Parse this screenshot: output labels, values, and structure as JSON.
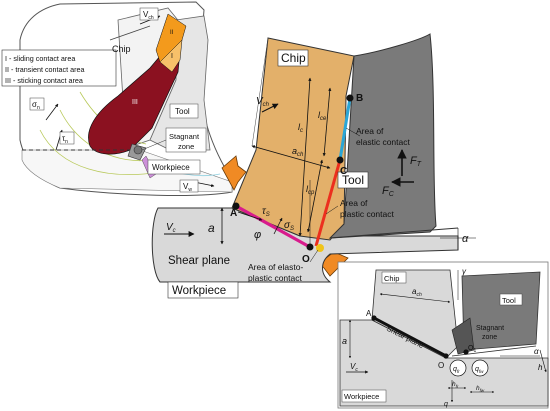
{
  "colors": {
    "chip_fill": "#e3b06a",
    "tool_fill": "#7a7a7a",
    "workpiece_fill": "#d9d9d9",
    "shear_plane": "#d81b8c",
    "sticking_zone": "#ec2f1e",
    "elastic_zone": "#2aa6d6",
    "transition_dot": "#f0c419",
    "arrow_fill": "#f08a24",
    "contact_red": "#8b1120",
    "contact_orange": "#f39a1c"
  },
  "inset_topleft": {
    "legend": [
      "I -  sliding contact area",
      "II -  transient contact area",
      "III -  sticking contact area"
    ],
    "chip_label": "Chip",
    "tool_label": "Tool",
    "workpiece_label": "Workpiece",
    "stagnant_label_1": "Stagnant",
    "stagnant_label_2": "zone",
    "zone_1": "I",
    "zone_2": "II",
    "zone_3": "III",
    "sigma": "σ",
    "sigma_sub": "n",
    "tau": "τ",
    "tau_sub": "n",
    "v_top": "V",
    "v_top_sub": "ch",
    "v_bottom": "V",
    "v_bottom_sub": "w"
  },
  "main": {
    "chip_label": "Chip",
    "tool_label": "Tool",
    "workpiece_label": "Workpiece",
    "shear_plane_label": "Shear plane",
    "elastic_contact_1": "Area of",
    "elastic_contact_2": "elastic contact",
    "plastic_contact_1": "Area of",
    "plastic_contact_2": "plastic contact",
    "elastoplastic_1": "Area of elasto-",
    "elastoplastic_2": "plastic contact",
    "point_A": "A",
    "point_B": "B",
    "point_C": "C",
    "point_O": "O",
    "v_chip": "V",
    "v_chip_sub": "ch",
    "v_cut": "V",
    "v_cut_sub": "c",
    "a_depth": "a",
    "phi": "φ",
    "alpha": "α",
    "a_ch": "a",
    "a_ch_sub": "ch",
    "l_c": "l",
    "l_c_sub": "c",
    "l_ce": "l",
    "l_ce_sub": "ce",
    "l_cp": "l",
    "l_cp_sub": "cp",
    "tau_s": "τ",
    "tau_s_sub": "S",
    "sigma_s": "σ",
    "sigma_s_sub": "S",
    "force_t": "F",
    "force_t_sub": "T",
    "force_c": "F",
    "force_c_sub": "C"
  },
  "inset_bottomright": {
    "chip_label": "Chip",
    "tool_label": "Tool",
    "workpiece_label": "Workpiece",
    "shear_plane_label": "Shear plane",
    "stagnant_label_1": "Stagnant",
    "stagnant_label_2": "zone",
    "point_A": "A",
    "point_O": "O",
    "point_O1": "O",
    "point_O1_sub": "1",
    "a_depth": "a",
    "a_ch": "a",
    "a_ch_sub": "ch",
    "gamma": "γ",
    "alpha": "α",
    "h": "h",
    "v_cut": "V",
    "v_cut_sub": "c",
    "q_fr": "q",
    "q_fr_sub": "fr",
    "q_fw": "q",
    "q_fw_sub": "fw",
    "h_fr": "h",
    "h_fr_sub": "fr",
    "h_fw": "h",
    "h_fw_sub": "fw",
    "q_bottom": "q"
  }
}
